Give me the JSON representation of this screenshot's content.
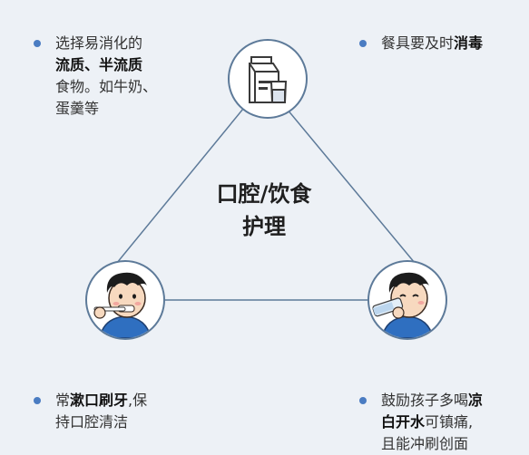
{
  "center": {
    "line1": "口腔/饮食",
    "line2": "护理"
  },
  "notes": {
    "top_left": {
      "l1": "选择易消化的",
      "l2a": "流质、半流质",
      "l3": "食物。如牛奶、",
      "l4": "蛋羹等"
    },
    "top_right": {
      "a": "餐具要及时",
      "b": "消毒"
    },
    "bottom_left": {
      "a": "常",
      "b": "漱口刷牙",
      "c": ",保",
      "d": "持口腔清洁"
    },
    "bottom_right": {
      "a": "鼓励孩子多喝",
      "b": "凉",
      "c": "白开水",
      "d": "可镇痛,",
      "e": "且能冲刷创面"
    }
  },
  "icons": {
    "top": "milk-carton-and-glass-icon",
    "left": "boy-brushing-teeth-icon",
    "right": "boy-drinking-water-icon"
  },
  "colors": {
    "background": "#edf1f6",
    "line": "#5d7a99",
    "bullet": "#4a7cc2",
    "shirt": "#2f6fc0"
  }
}
